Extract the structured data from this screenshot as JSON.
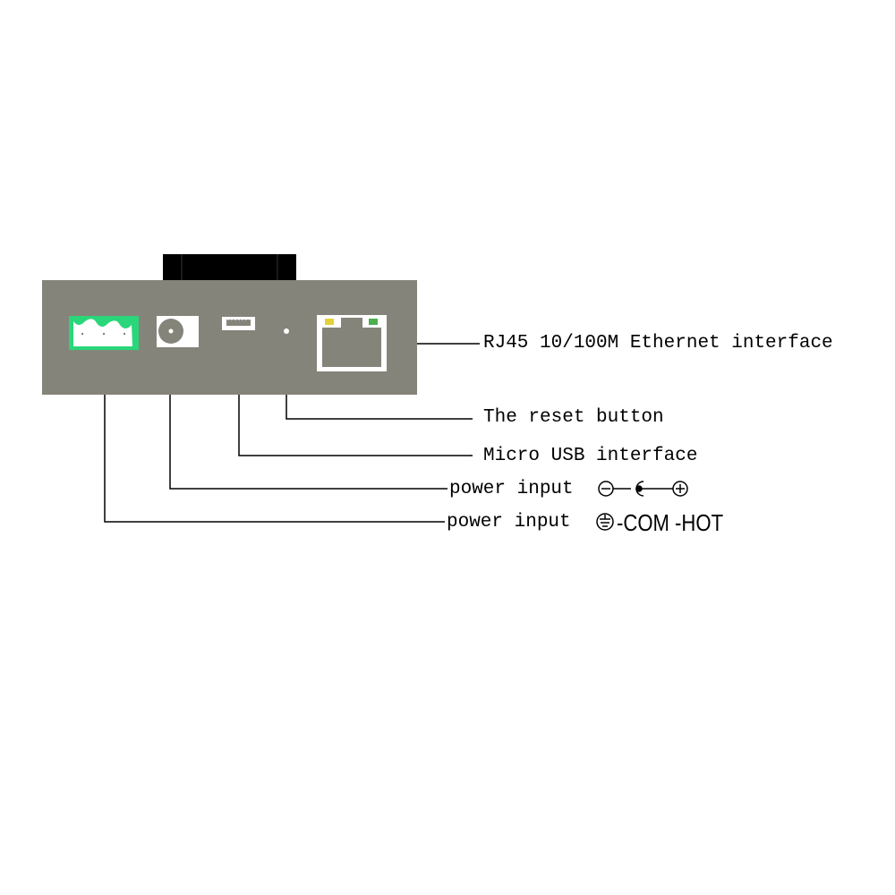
{
  "labels": {
    "ethernet": "RJ45 10/100M Ethernet interface",
    "reset": "The reset button",
    "usb": "Micro USB interface",
    "dc_power": "power input",
    "terminal_power": "power input"
  },
  "symbols": {
    "terminal_pins": "-COM -HOT"
  },
  "colors": {
    "panel": "#85847a",
    "terminal": "#2ad67a",
    "led_yellow": "#e5d23a",
    "led_green": "#4caf50"
  }
}
